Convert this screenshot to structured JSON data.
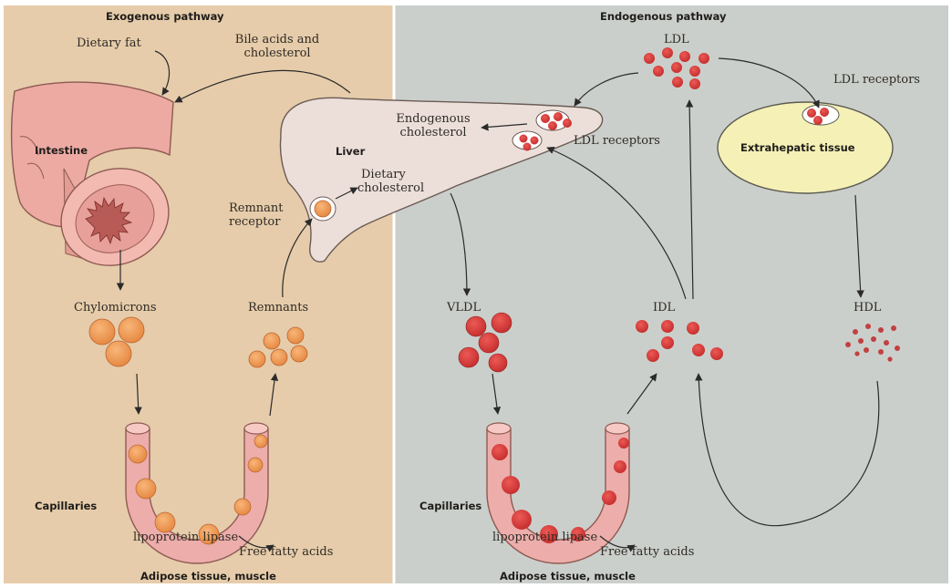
{
  "colors": {
    "left_panel": "#e6ccaa",
    "right_panel": "#cbcfcb",
    "particle_orange": "#f09a58",
    "particle_red": "#d63b3b",
    "vessel_pink": "#ecadab",
    "liver_fill": "#ecdfd9",
    "tissue_fill": "#f5f0b6"
  },
  "left": {
    "title": "Exogenous pathway",
    "dietary_fat": "Dietary fat",
    "bile_line1": "Bile acids and",
    "bile_line2": "cholesterol",
    "intestine": "Intestine",
    "chylomicrons": "Chylomicrons",
    "remnants": "Remnants",
    "remnant_line1": "Remnant",
    "remnant_line2": "receptor",
    "capillaries": "Capillaries",
    "lipase": "lipoprotein lipase",
    "ffa": "Free fatty acids",
    "adipose": "Adipose tissue, muscle"
  },
  "liver": {
    "label": "Liver",
    "endo_line1": "Endogenous",
    "endo_line2": "cholesterol",
    "diet_line1": "Dietary",
    "diet_line2": "cholesterol",
    "ldl_receptors": "LDL receptors"
  },
  "right": {
    "title": "Endogenous pathway",
    "ldl": "LDL",
    "ldl_receptors": "LDL receptors",
    "extrahepatic": "Extrahepatic tissue",
    "vldl": "VLDL",
    "idl": "IDL",
    "hdl": "HDL",
    "capillaries": "Capillaries",
    "lipase": "lipoprotein lipase",
    "ffa": "Free fatty acids",
    "adipose": "Adipose tissue, muscle"
  }
}
